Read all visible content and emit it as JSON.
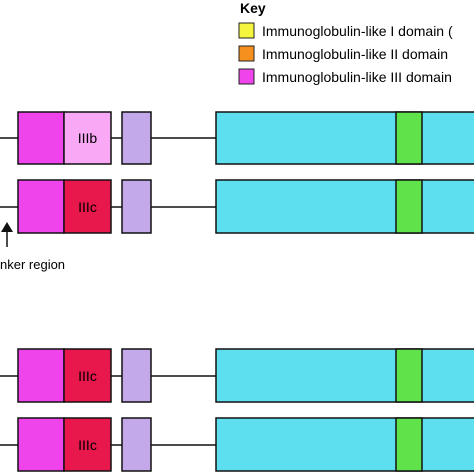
{
  "key": {
    "title": "Key",
    "items": [
      {
        "label": "Immunoglobulin-like I domain (",
        "color": "#f5f53d"
      },
      {
        "label": "Immunoglobulin-like II domain",
        "color": "#f5901e"
      },
      {
        "label": "Immunoglobulin-like III domain",
        "color": "#ef43ec"
      }
    ]
  },
  "domain_colors": {
    "ig3_n_half": "#ef43ec",
    "iiib": "#f8a8f4",
    "iiic": "#e8174c",
    "transmembrane": "#c3a8ea",
    "kinase": "#5ddff0",
    "kinase_insert": "#5fe24a"
  },
  "rows": [
    {
      "variant_label": "IIIb",
      "variant_color": "#f8a8f4"
    },
    {
      "variant_label": "IIIc",
      "variant_color": "#e8174c"
    },
    {
      "variant_label": "IIIc",
      "variant_color": "#e8174c"
    },
    {
      "variant_label": "IIIc",
      "variant_color": "#e8174c"
    }
  ],
  "annotation": {
    "text": "nker region",
    "arrow_icon": "up-arrow-icon"
  }
}
